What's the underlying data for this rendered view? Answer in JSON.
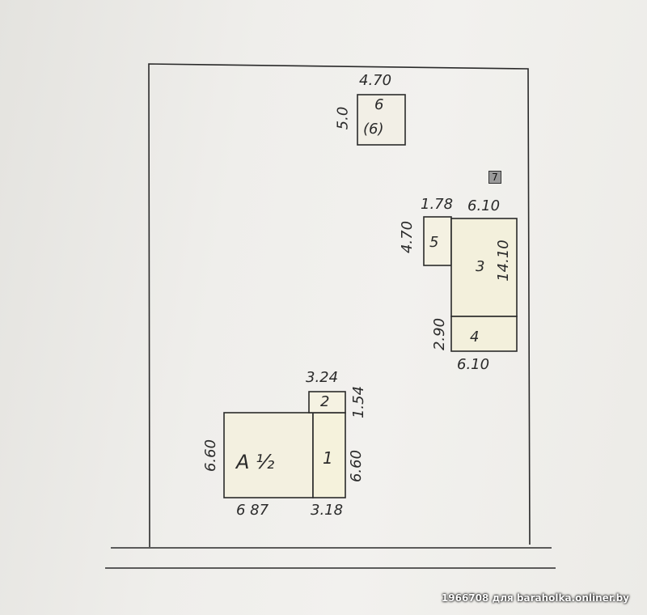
{
  "plan": {
    "dims": {
      "b6_top": "4.70",
      "b6_side": "5.0",
      "b5_top": "1.78",
      "b3_top": "6.10",
      "b5_side": "4.70",
      "b3_side": "14.10",
      "b4_side": "2.90",
      "b4_bottom": "6.10",
      "b2_top": "3.24",
      "b2_side": "1.54",
      "main_left": "6.60",
      "b1_right": "6.60",
      "main_bottom": "6 87",
      "b1_bottom": "3.18"
    },
    "rooms": {
      "r6_a": "6",
      "r6_b": "(6)",
      "r7": "7",
      "r5": "5",
      "r3": "3",
      "r4": "4",
      "r2": "2",
      "r1": "1",
      "main": "A ½"
    }
  },
  "watermark": "1966708 для baraholka.onliner.by",
  "colors": {
    "ink": "#2a2a2a",
    "room_fill": "#f3f0e0",
    "paper": "#eeede9"
  }
}
